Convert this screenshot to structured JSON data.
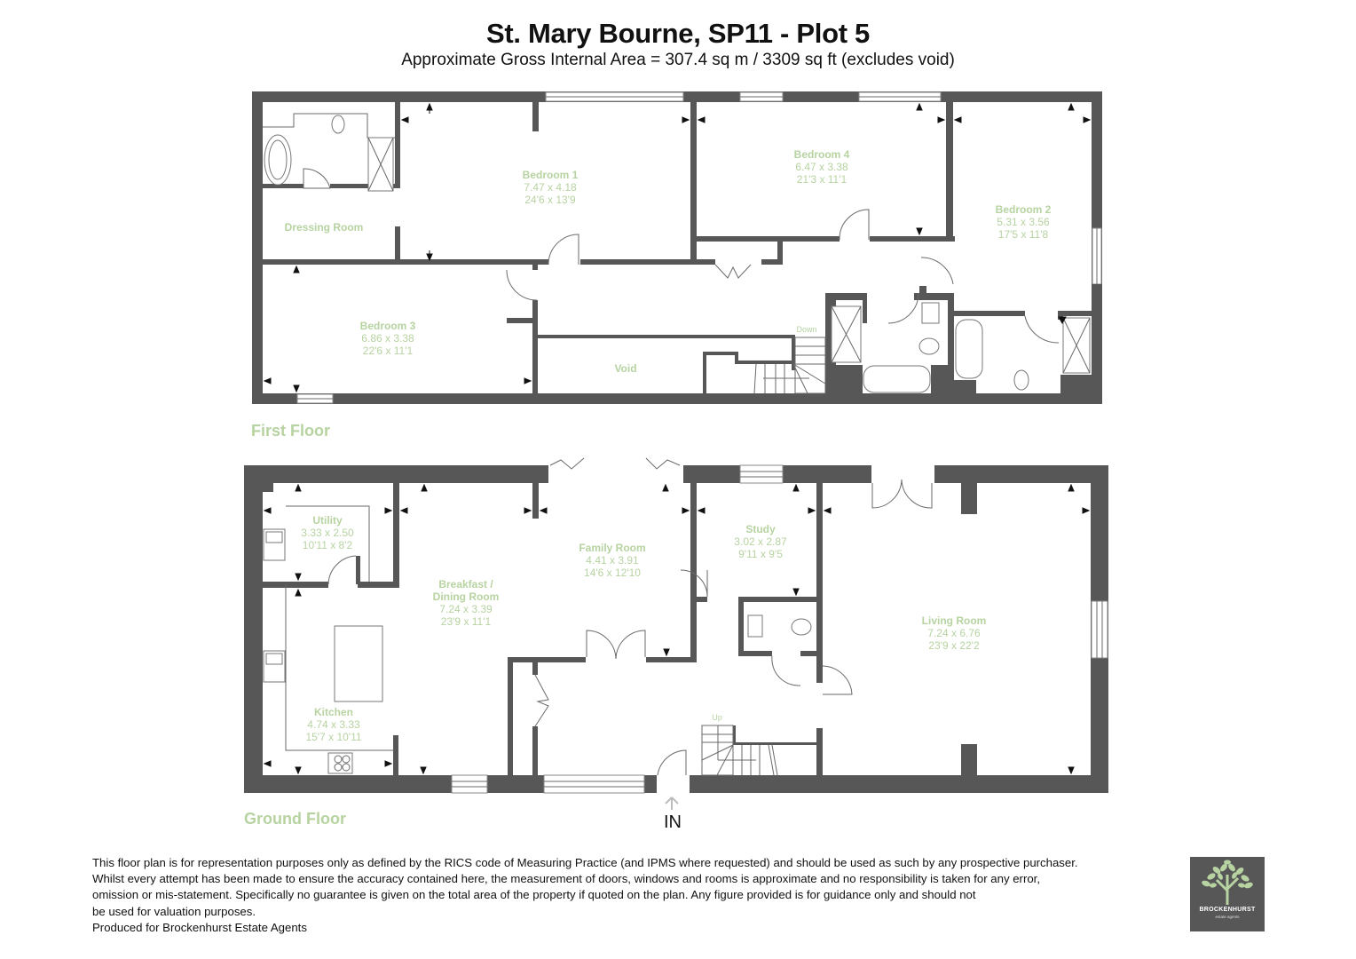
{
  "header": {
    "title": "St. Mary Bourne, SP11 - Plot 5",
    "subtitle": "Approximate Gross Internal Area = 307.4 sq m / 3309 sq ft (excludes void)"
  },
  "first_floor": {
    "label": "First Floor",
    "rooms": [
      {
        "name": "Bedroom 1",
        "metric": "7.47 x  4.18",
        "imperial": "24'6 x 13'9"
      },
      {
        "name": "Bedroom 4",
        "metric": "6.47 x 3.38",
        "imperial": "21'3 x 11'1"
      },
      {
        "name": "Bedroom 2",
        "metric": "5.31 x 3.56",
        "imperial": "17'5 x 11'8"
      },
      {
        "name": "Bedroom 3",
        "metric": "6.86 x 3.38",
        "imperial": "22'6 x 11'1"
      },
      {
        "name": "Dressing Room"
      },
      {
        "name": "Void"
      }
    ],
    "stairs_label": "Down"
  },
  "ground_floor": {
    "label": "Ground Floor",
    "rooms": [
      {
        "name": "Utility",
        "metric": "3.33 x 2.50",
        "imperial": "10'11 x 8'2"
      },
      {
        "name": "Breakfast /",
        "name2": "Dining Room",
        "metric": "7.24 x 3.39",
        "imperial": "23'9 x 11'1"
      },
      {
        "name": "Family Room",
        "metric": "4.41 x 3.91",
        "imperial": "14'6 x 12'10"
      },
      {
        "name": "Study",
        "metric": "3.02 x 2.87",
        "imperial": "9'11 x 9'5"
      },
      {
        "name": "Living Room",
        "metric": "7.24 x 6.76",
        "imperial": "23'9 x 22'2"
      },
      {
        "name": "Kitchen",
        "metric": "4.74 x 3.33",
        "imperial": "15'7 x 10'11"
      }
    ],
    "stairs_label": "Up",
    "entrance_label": "IN"
  },
  "disclaimer": {
    "lines": [
      "This floor plan is for representation purposes only as defined by the RICS code of Measuring Practice (and IPMS where requested) and should be used as such by any prospective purchaser.",
      "Whilst every attempt has been made to ensure the accuracy contained here, the measurement of doors, windows and rooms is approximate and no responsibility is taken for any error,",
      "omission or mis-statement. Specifically no guarantee is given on the total area of the property if quoted on the plan. Any figure provided is for guidance only and should not",
      "be used for valuation purposes.",
      "Produced for Brockenhurst Estate Agents"
    ]
  },
  "logo": {
    "name": "BROCKENHURST",
    "tagline": "estate agents",
    "bg_color": "#575757",
    "leaf_color": "#b7d3a1"
  },
  "colors": {
    "wall": "#575757",
    "label_green": "#b7d3a1",
    "text": "#111111"
  }
}
